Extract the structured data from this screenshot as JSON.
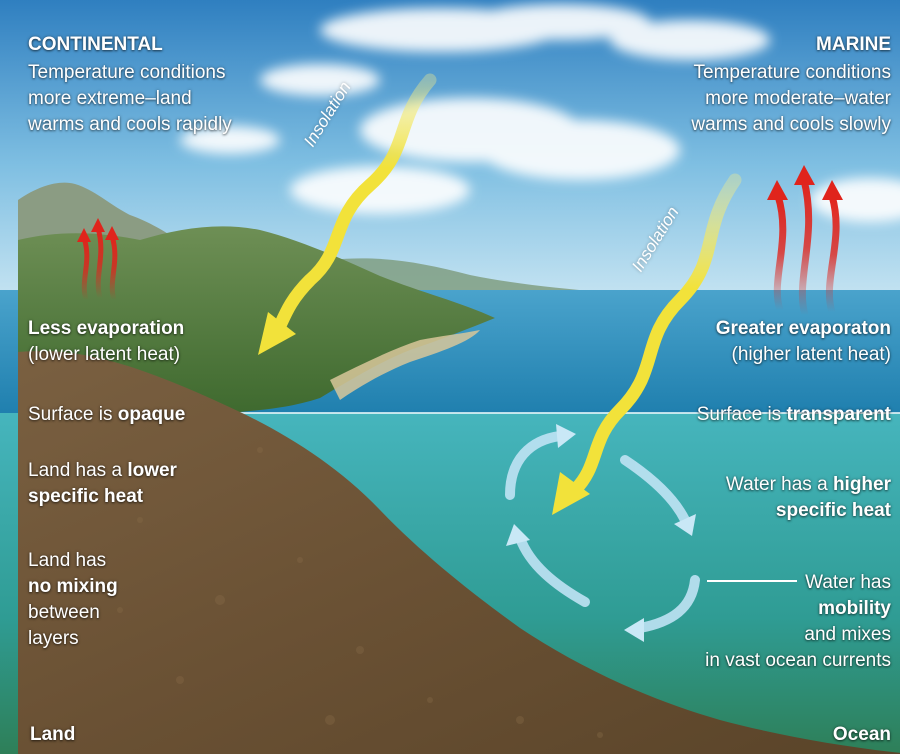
{
  "continental": {
    "title": "CONTINENTAL",
    "desc_lines": [
      "Temperature conditions",
      "more extreme–land",
      "warms and cools rapidly"
    ]
  },
  "marine": {
    "title": "MARINE",
    "desc_lines": [
      "Temperature conditions",
      "more moderate–water",
      "warms and cools slowly"
    ]
  },
  "insolation": {
    "left_label": "Insolation",
    "right_label": "Insolation"
  },
  "land_labels": {
    "evap_bold": "Less evaporation",
    "evap_sub": "(lower latent heat)",
    "surface_pre": "Surface is ",
    "surface_bold": "opaque",
    "heat_pre": "Land has a ",
    "heat_bold": "lower",
    "heat_bold2": "specific heat",
    "mix_line1": "Land has",
    "mix_bold": "no mixing",
    "mix_line3": "between",
    "mix_line4": "layers",
    "corner": "Land"
  },
  "ocean_labels": {
    "evap_bold": "Greater evaporaton",
    "evap_sub": "(higher latent heat)",
    "surface_pre": "Surface is ",
    "surface_bold": "transparent",
    "heat_pre": "Water has a ",
    "heat_bold": "higher",
    "heat_bold2": "specific heat",
    "mob_line1": "Water has",
    "mob_bold": "mobility",
    "mob_line3": "and mixes",
    "mob_line4": "in vast ocean currents",
    "corner": "Ocean"
  },
  "colors": {
    "sky_top": "#2f7fc0",
    "sky_bottom": "#bfe0f2",
    "ocean_surface": "#2a8fb8",
    "underwater": "#3ea8a8",
    "land_soil": "#6b5233",
    "vegetation": "#4f7a38",
    "insolation_arrow": "#f2e23a",
    "heat_arrow": "#e0241c",
    "current_arrow": "#bfe3f4"
  }
}
